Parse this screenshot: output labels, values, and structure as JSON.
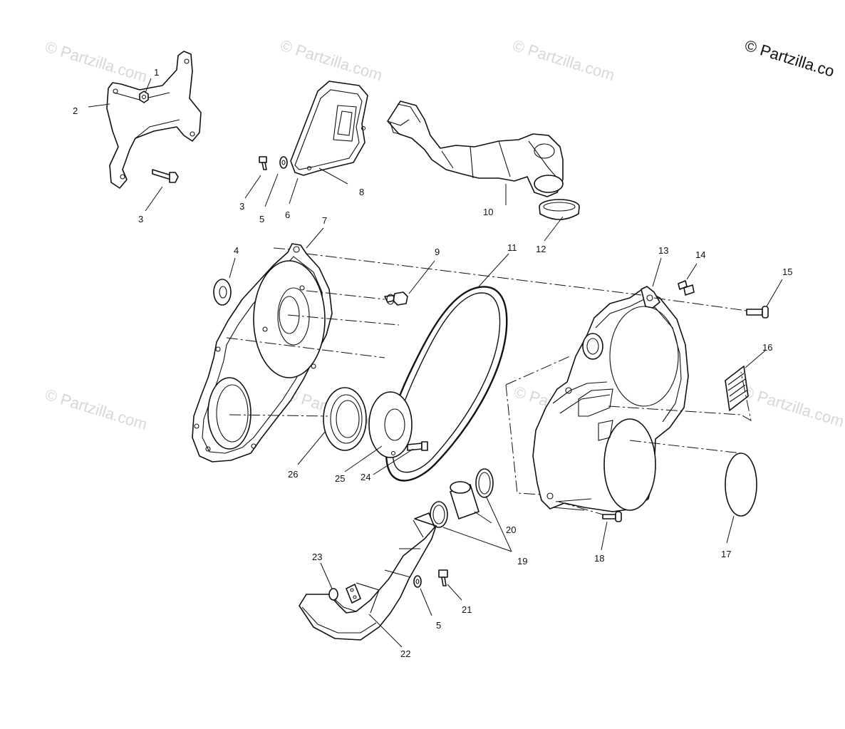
{
  "copyright": "© Partzilla.co",
  "watermark": "© Partzilla.com",
  "callouts": [
    "1",
    "2",
    "3",
    "3",
    "4",
    "5",
    "5",
    "6",
    "7",
    "8",
    "9",
    "10",
    "11",
    "12",
    "13",
    "14",
    "15",
    "16",
    "17",
    "18",
    "19",
    "20",
    "21",
    "22",
    "23",
    "24",
    "25",
    "26"
  ]
}
